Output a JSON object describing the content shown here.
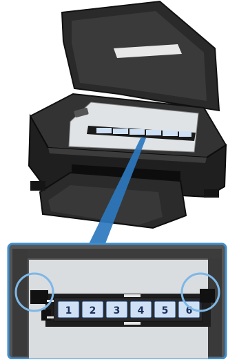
{
  "illustration": {
    "subject": "printer-with-film-holder",
    "frame_numbers": [
      "1",
      "2",
      "3",
      "4",
      "5",
      "6"
    ],
    "colors": {
      "printer_body": "#2f2f2f",
      "printer_dark": "#1c1c1c",
      "platen_glass": "#dfe3e6",
      "zoom_border": "#3f8fcf",
      "highlight_circle": "#7fb7e6",
      "film_frame": "#cfe0f4",
      "film_strip": "#202020",
      "pointer": "#2c78be"
    },
    "icons": {
      "zoom_pointer": "callout-triangle",
      "highlight_left": "highlight-circle",
      "highlight_right": "highlight-circle"
    }
  }
}
